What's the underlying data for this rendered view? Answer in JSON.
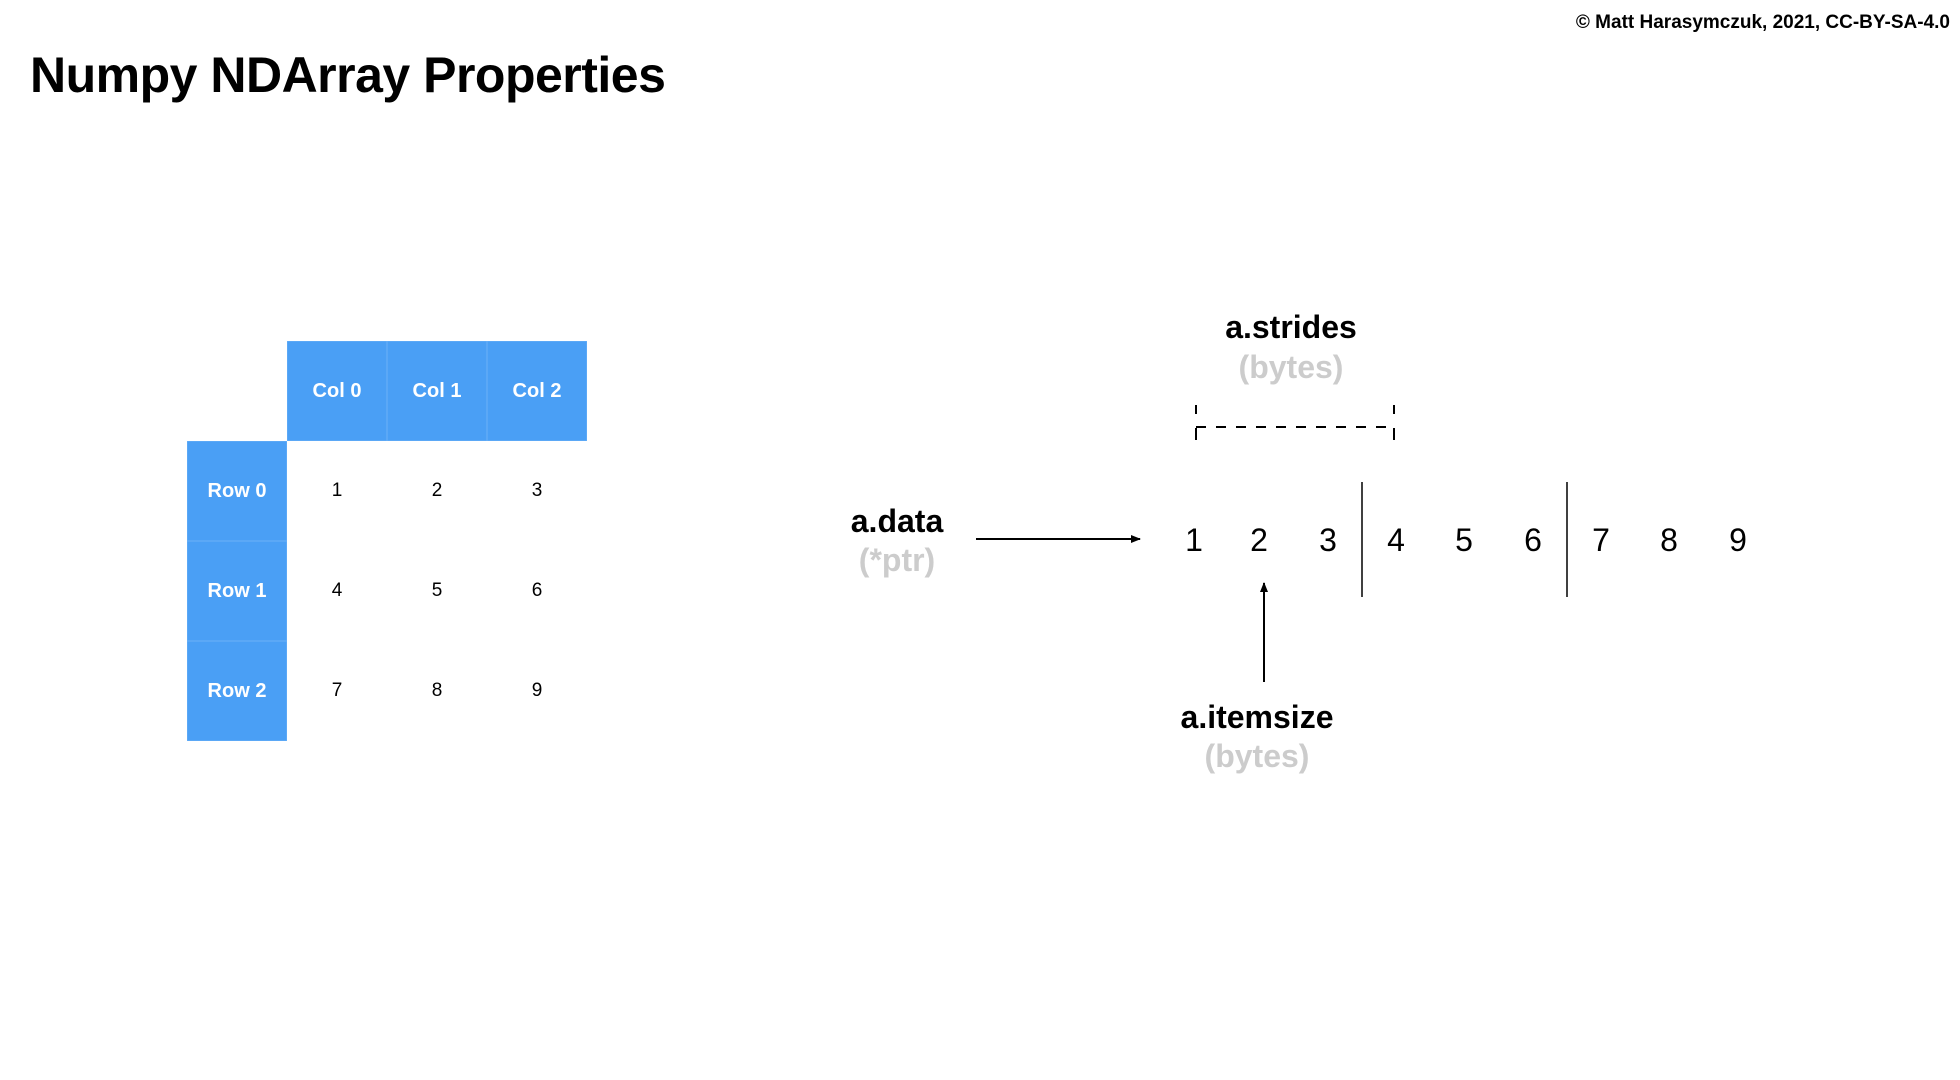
{
  "copyright": "© Matt Harasymczuk, 2021, CC-BY-SA-4.0",
  "title": "Numpy NDArray Properties",
  "table": {
    "col_headers": [
      "Col 0",
      "Col 1",
      "Col 2"
    ],
    "row_headers": [
      "Row 0",
      "Row 1",
      "Row 2"
    ],
    "cells": [
      [
        "1",
        "2",
        "3"
      ],
      [
        "4",
        "5",
        "6"
      ],
      [
        "7",
        "8",
        "9"
      ]
    ],
    "header_color": "#4a9ff5"
  },
  "memory": {
    "elements": [
      "1",
      "2",
      "3",
      "4",
      "5",
      "6",
      "7",
      "8",
      "9"
    ]
  },
  "labels": {
    "data": "a.data",
    "data_sub": "(*ptr)",
    "strides": "a.strides",
    "strides_sub": "(bytes)",
    "itemsize": "a.itemsize",
    "itemsize_sub": "(bytes)"
  }
}
